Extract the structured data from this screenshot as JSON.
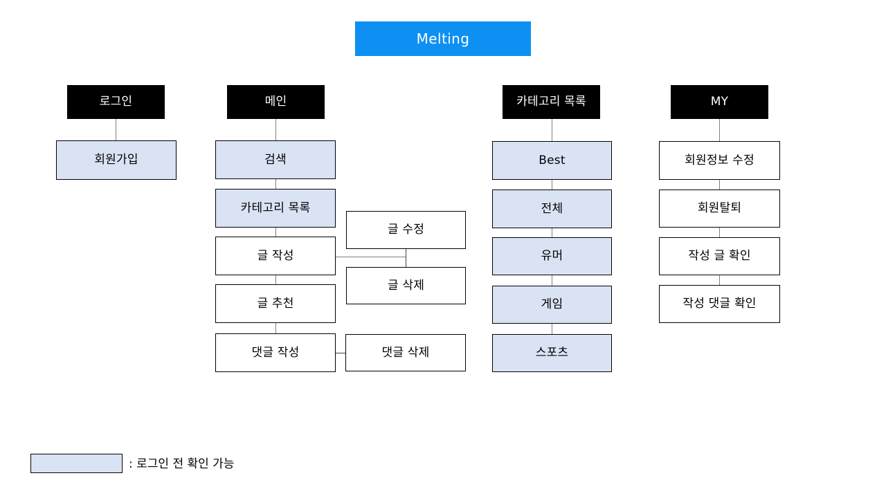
{
  "title_bar": {
    "label": "Melting",
    "color": "#0d90f2",
    "text_color": "#ffffff"
  },
  "colors": {
    "header_fill": "#000000",
    "header_text": "#ffffff",
    "pre_login_fill": "#dae3f3",
    "default_fill": "#ffffff",
    "border": "#000000",
    "connector": "#7f7f7f"
  },
  "columns": [
    {
      "header": "로그인",
      "items": [
        {
          "label": "회원가입",
          "style": "blue"
        }
      ]
    },
    {
      "header": "메인",
      "items": [
        {
          "label": "검색",
          "style": "blue"
        },
        {
          "label": "카테고리 목록",
          "style": "blue"
        },
        {
          "label": "글 작성",
          "style": "white"
        },
        {
          "label": "글 추천",
          "style": "white"
        },
        {
          "label": "댓글 작성",
          "style": "white"
        }
      ]
    },
    {
      "header": "카테고리 목록",
      "items": [
        {
          "label": "Best",
          "style": "blue"
        },
        {
          "label": "전체",
          "style": "blue"
        },
        {
          "label": "유머",
          "style": "blue"
        },
        {
          "label": "게임",
          "style": "blue"
        },
        {
          "label": "스포츠",
          "style": "blue"
        }
      ]
    },
    {
      "header": "MY",
      "items": [
        {
          "label": "회원정보 수정",
          "style": "white"
        },
        {
          "label": "회원탈퇴",
          "style": "white"
        },
        {
          "label": "작성 글 확인",
          "style": "white"
        },
        {
          "label": "작성 댓글 확인",
          "style": "white"
        }
      ]
    }
  ],
  "branch_nodes": [
    {
      "label": "글 수정",
      "style": "white",
      "parent": "글 작성"
    },
    {
      "label": "글 삭제",
      "style": "white",
      "parent": "글 작성"
    },
    {
      "label": "댓글 삭제",
      "style": "white",
      "parent": "댓글 작성"
    }
  ],
  "legend": {
    "text": ": 로그인 전 확인 가능",
    "swatch_fill": "#dae3f3"
  }
}
